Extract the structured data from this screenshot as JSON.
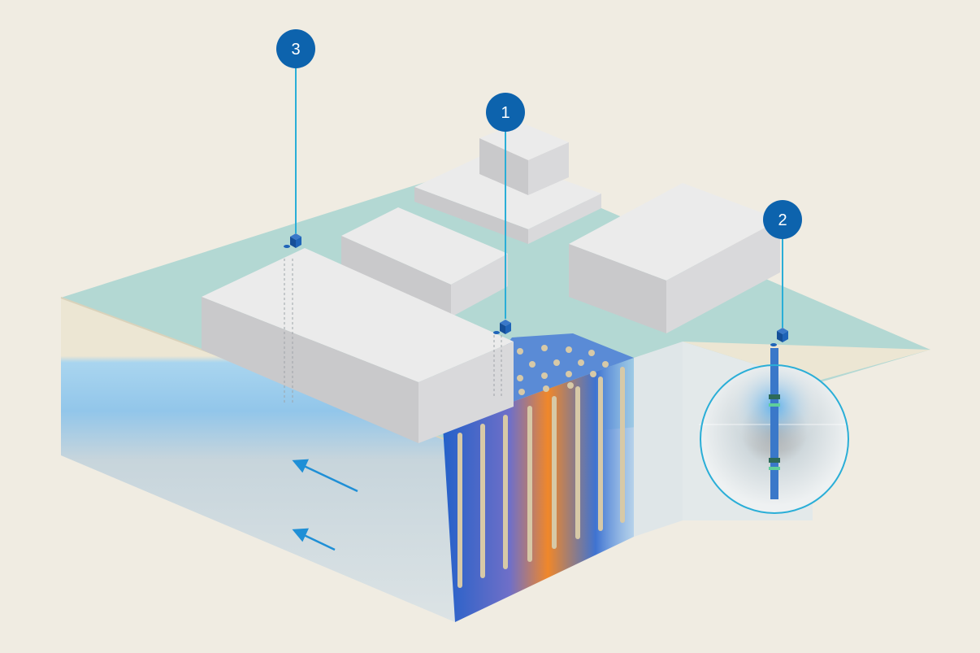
{
  "colors": {
    "background": "#f0ece2",
    "ground_surface": "#b3d8d3",
    "topsoil": "#ece6d3",
    "aquifer_blue": "#a8d2ec",
    "bedrock": "#d6dddf",
    "building_top": "#ebebeb",
    "building_side": "#c9c9cb",
    "marker_fill": "#0d63ad",
    "leader_line": "#2aaed7",
    "plume_hot": "#f0872a",
    "plume_blue": "#2f6fd0",
    "pile": "#d7c9a7"
  },
  "markers": [
    {
      "id": "marker-1",
      "number": "1"
    },
    {
      "id": "marker-2",
      "number": "2"
    },
    {
      "id": "marker-3",
      "number": "3"
    }
  ],
  "icons": {
    "flow_arrow": "arrow-left-icon",
    "monitoring_cube": "sensor-cube-icon",
    "detail_lens": "magnifier-callout-icon"
  }
}
